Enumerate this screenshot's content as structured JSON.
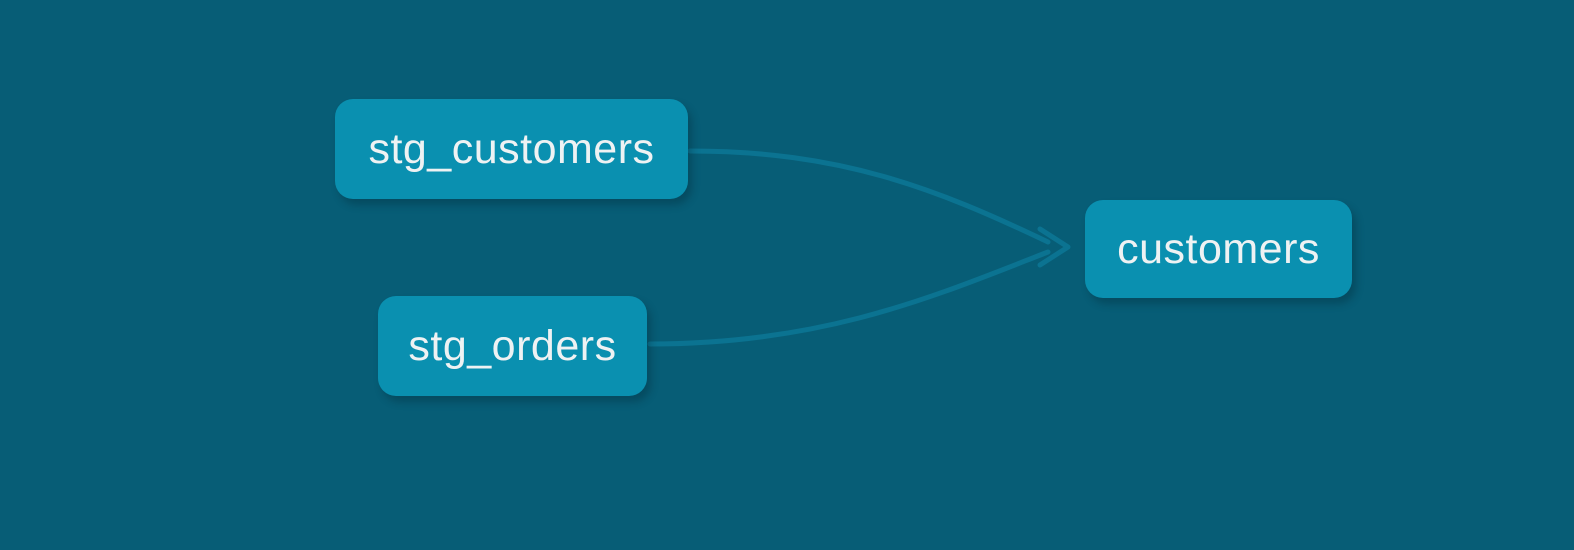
{
  "diagram": {
    "type": "lineage-graph",
    "nodes": [
      {
        "id": "stg_customers",
        "label": "stg_customers"
      },
      {
        "id": "stg_orders",
        "label": "stg_orders"
      },
      {
        "id": "customers",
        "label": "customers"
      }
    ],
    "edges": [
      {
        "from": "stg_customers",
        "to": "customers"
      },
      {
        "from": "stg_orders",
        "to": "customers"
      }
    ],
    "colors": {
      "background": "#075d76",
      "node_fill": "#0a90b0",
      "node_text": "#eef2f3",
      "edge": "#0b7391"
    }
  }
}
